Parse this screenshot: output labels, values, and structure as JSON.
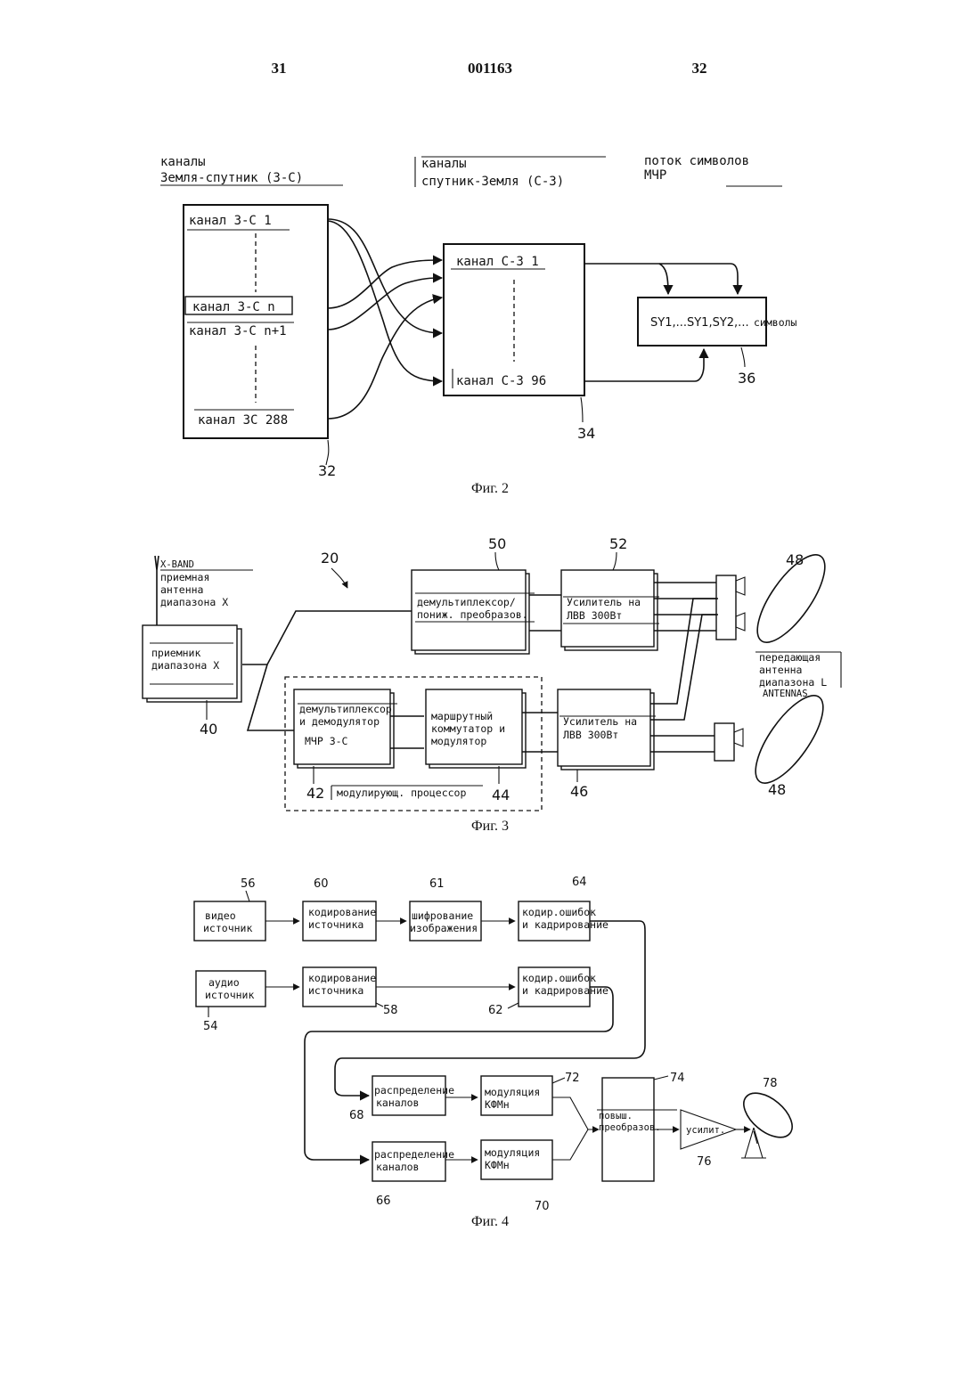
{
  "header": {
    "left": "31",
    "center": "001163",
    "right": "32"
  },
  "fig2": {
    "heading_uplink_1": "каналы",
    "heading_uplink_2": "Земля-спутник (З-С)",
    "heading_downlink_1": "каналы",
    "heading_downlink_2": "спутник-Земля (С-З)",
    "heading_stream_1": "поток символов",
    "heading_stream_2": "МЧР",
    "uplink_channels": [
      "канал З-С  1",
      "канал З-С  n",
      "канал З-С n+1",
      "канал ЗС 288"
    ],
    "downlink_channels": [
      "канал С-З  1",
      "канал С-З  96"
    ],
    "symbol_box_text": "SY1,...SY1,SY2,...",
    "symbols_label": "символы",
    "refs": {
      "left_box": "32",
      "middle_box": "34",
      "right_box": "36"
    },
    "caption": "Фиг. 2"
  },
  "fig3": {
    "rx_antenna_en": "X-BAND",
    "rx_antenna_ru": [
      "приемная",
      "антенна",
      "диапазона X"
    ],
    "receiver": [
      "приемник",
      "диапазона X"
    ],
    "demux_down": [
      "демультиплексор/",
      "пониж. преобразов."
    ],
    "amp": [
      "Усилитель на",
      "ЛВВ  300Вт"
    ],
    "demux_demod": [
      "демультиплексор",
      "и демодулятор",
      "МЧР З-С"
    ],
    "router": [
      "маршрутный",
      "коммутатор и",
      "модулятор"
    ],
    "processor_label": "модулирующ. процессор",
    "tx_antenna": [
      "передающая",
      "антенна",
      "диапазона L"
    ],
    "tx_antenna_en": "ANTENNAS",
    "refs": {
      "system": "20",
      "receiver": "40",
      "demux_down": "50",
      "amp_top": "52",
      "dish_top": "48",
      "demux_demod": "42",
      "router": "44",
      "amp_bottom": "46",
      "dish_bottom": "48"
    },
    "caption": "Фиг. 3"
  },
  "fig4": {
    "video_source": [
      "видео",
      "источник"
    ],
    "audio_source": [
      "аудио",
      "источник"
    ],
    "source_coding": [
      "кодирование",
      "источника"
    ],
    "encryption": [
      "шифрование",
      "изображения"
    ],
    "fec_framing": [
      "кодир.ошибок",
      "и кадрирование"
    ],
    "channel_dist": [
      "распределение",
      "каналов"
    ],
    "modulation": [
      "модуляция",
      "КФМн"
    ],
    "upconverter": [
      "повыш.",
      "преобразов."
    ],
    "amplifier": "усилит.",
    "refs": {
      "video_source": "56",
      "source_coding_video": "60",
      "encryption": "61",
      "fec_video": "64",
      "audio_source": "54",
      "source_coding_audio": "58",
      "fec_audio": "62",
      "channel_dist_1": "68",
      "modulation_1": "72",
      "channel_dist_2": "66",
      "modulation_2": "70",
      "upconverter": "74",
      "amplifier": "76",
      "dish": "78"
    },
    "caption": "Фиг. 4"
  }
}
